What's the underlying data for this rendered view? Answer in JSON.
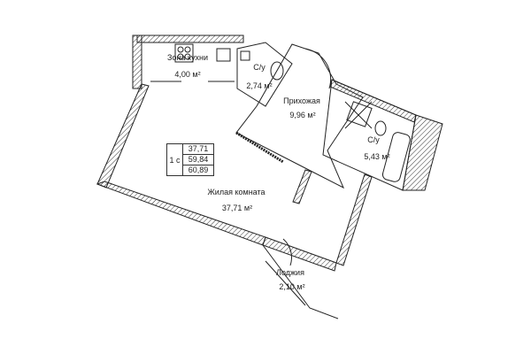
{
  "plan": {
    "apartment_type": "1 с",
    "areas_summary": [
      "37,71",
      "59,84",
      "60,89"
    ],
    "rooms": [
      {
        "name": "Зона кухни",
        "area": "4,00 м²"
      },
      {
        "name": "С/у",
        "area": "2,74 м²"
      },
      {
        "name": "Прихожая",
        "area": "9,96 м²"
      },
      {
        "name": "С/у",
        "area": "5,43 м²"
      },
      {
        "name": "Жилая комната",
        "area": "37,71 м²"
      },
      {
        "name": "Лоджия",
        "area": "2,10 м²"
      }
    ]
  }
}
